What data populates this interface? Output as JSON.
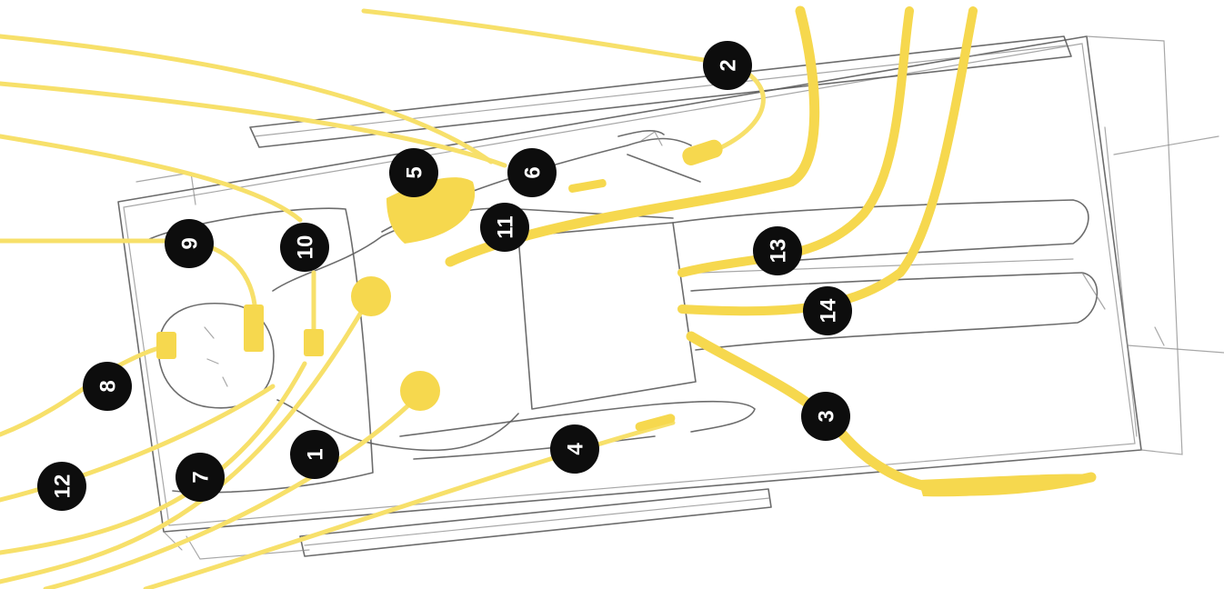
{
  "colors": {
    "cable": "#f7e06a",
    "sensor": "#f6d84e",
    "marker_fill": "#0d0d0d",
    "marker_text": "#ffffff",
    "sketch": "#5c5c5c"
  },
  "markers": [
    {
      "id": "m1",
      "label": "1"
    },
    {
      "id": "m2",
      "label": "2"
    },
    {
      "id": "m3",
      "label": "3"
    },
    {
      "id": "m4",
      "label": "4"
    },
    {
      "id": "m5",
      "label": "5"
    },
    {
      "id": "m6",
      "label": "6"
    },
    {
      "id": "m7",
      "label": "7"
    },
    {
      "id": "m8",
      "label": "8"
    },
    {
      "id": "m9",
      "label": "9"
    },
    {
      "id": "m10",
      "label": "10"
    },
    {
      "id": "m11",
      "label": "11"
    },
    {
      "id": "m12",
      "label": "12"
    },
    {
      "id": "m13",
      "label": "13"
    },
    {
      "id": "m14",
      "label": "14"
    }
  ]
}
